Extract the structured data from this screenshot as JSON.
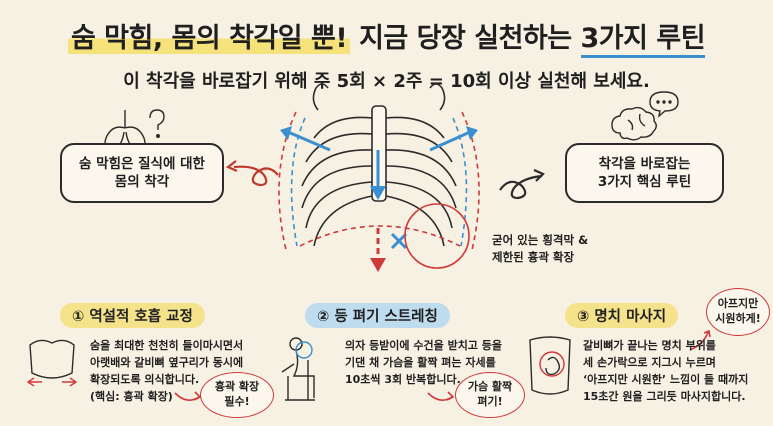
{
  "title": {
    "part1": "숨 막힘, 몸의 착각일 뿐!",
    "part2": " 지금 당장 실천하는 ",
    "part3": "3가지 루틴"
  },
  "subtitle": "이 착각을 바로잡기 위해 주 5회 × 2주 = 10회 이상 실천해 보세요.",
  "left_box": {
    "line1": "숨 막힘은 질식에 대한",
    "line2": "몸의 착각"
  },
  "right_box": {
    "line1": "착각을 바로잡는",
    "line2": "3가지 핵심 루틴"
  },
  "diagram_note": {
    "line1": "굳어 있는 횡격막 &",
    "line2": "제한된 흉곽 확장"
  },
  "routines": [
    {
      "number": "①",
      "title": "역설적 호흡 교정",
      "body": "숨을 최대한 천천히 들이마시면서\n아랫배와 갈비뼈 옆구리가 동시에\n확장되도록 의식합니다.\n(핵심: 흉곽 확장)",
      "callout": {
        "line1": "흉곽 확장",
        "line2": "필수!"
      }
    },
    {
      "number": "②",
      "title": "등 펴기 스트레칭",
      "body": "의자 등받이에 수건을 받치고 등을\n기댄 채 가슴을 활짝 펴는 자세를\n10초씩 3회 반복합니다.",
      "callout": {
        "line1": "가슴 활짝",
        "line2": "펴기!"
      }
    },
    {
      "number": "③",
      "title": "명치 마사지",
      "body": "갈비뼈가 끝나는 명치 부위를\n세 손가락으로 지그시 누르며\n‘아프지만 시원한’ 느낌이 들 때까지\n15초간 원을 그리듯 마사지합니다.",
      "callout": {
        "line1": "아프지만",
        "line2": "시원하게!"
      }
    }
  ],
  "colors": {
    "accent_yellow": "#f4e38a",
    "accent_blue": "#bfdcef",
    "arrow_blue": "#3a8fd0",
    "warn_red": "#d0393a"
  },
  "icons": [
    "lungs-question-icon",
    "brain-speech-icon",
    "rib-cage-diagram",
    "torso-breathing-icon",
    "chair-stretch-icon",
    "massage-hand-icon"
  ]
}
